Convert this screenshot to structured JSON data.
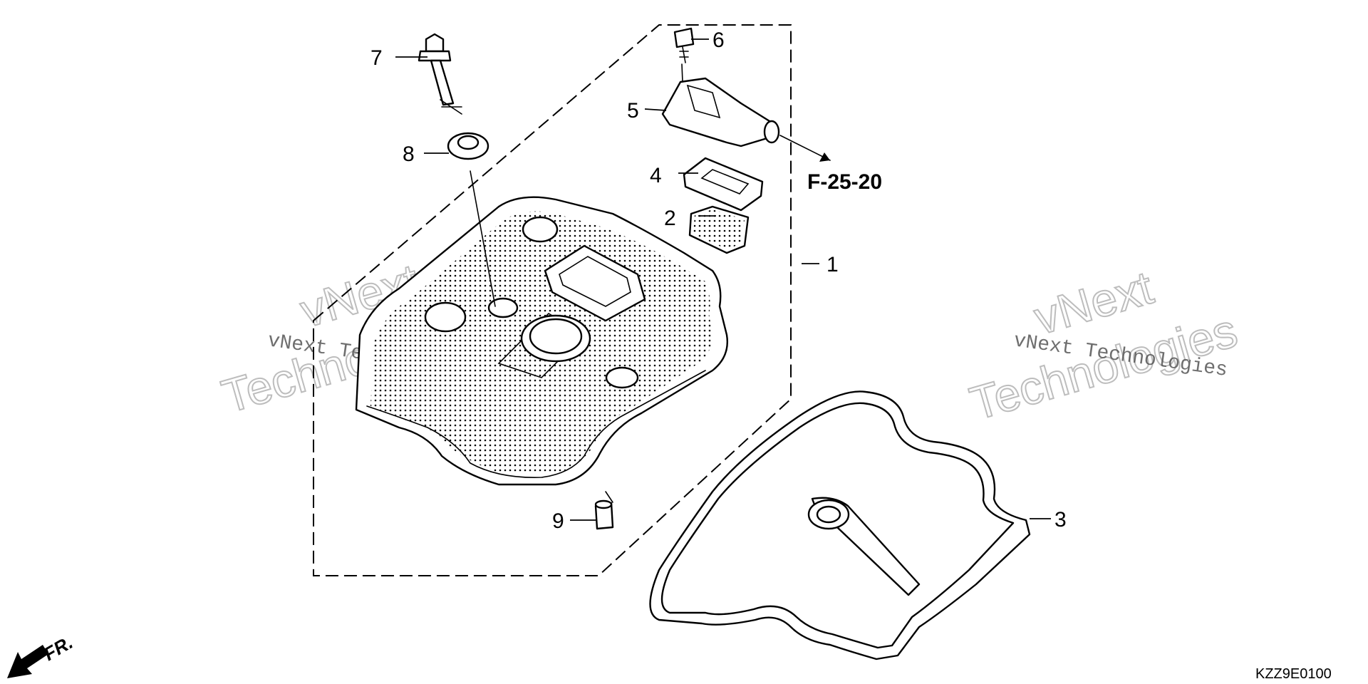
{
  "diagram": {
    "callouts": [
      {
        "id": "1",
        "label": "1"
      },
      {
        "id": "2",
        "label": "2"
      },
      {
        "id": "3",
        "label": "3"
      },
      {
        "id": "4",
        "label": "4"
      },
      {
        "id": "5",
        "label": "5"
      },
      {
        "id": "6",
        "label": "6"
      },
      {
        "id": "7",
        "label": "7"
      },
      {
        "id": "8",
        "label": "8"
      },
      {
        "id": "9",
        "label": "9"
      }
    ],
    "reference_label": "F-25-20",
    "direction_label": "FR.",
    "diagram_code": "KZZ9E0100",
    "watermark": {
      "line_text": "vNext Technologies",
      "big_top": "vNext",
      "big_bottom": "Technologies"
    }
  }
}
